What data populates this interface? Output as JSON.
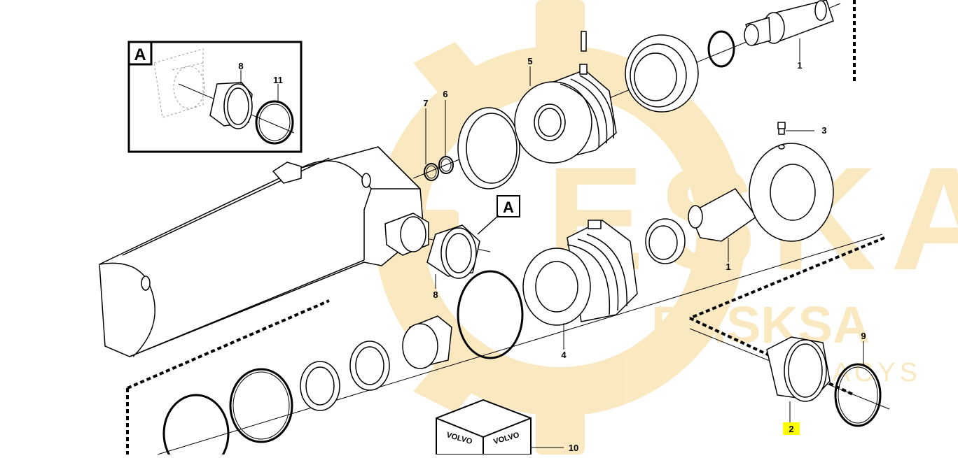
{
  "diagram": {
    "callouts": [
      {
        "id": "c1a",
        "text": "1"
      },
      {
        "id": "c1b",
        "text": "1"
      },
      {
        "id": "c2",
        "text": "2"
      },
      {
        "id": "c3",
        "text": "3"
      },
      {
        "id": "c4",
        "text": "4"
      },
      {
        "id": "c5",
        "text": "5"
      },
      {
        "id": "c6",
        "text": "6"
      },
      {
        "id": "c7",
        "text": "7"
      },
      {
        "id": "c8",
        "text": "8"
      },
      {
        "id": "c9",
        "text": "9"
      },
      {
        "id": "c10",
        "text": "10"
      }
    ],
    "detail_box": {
      "label": "A",
      "callouts": [
        {
          "id": "d8",
          "text": "8"
        },
        {
          "id": "d11",
          "text": "11"
        }
      ]
    },
    "detail_marker": "A",
    "kit_box_text": [
      "VOLVO",
      "VOLVO"
    ],
    "watermark": {
      "large": "ESKA",
      "medium": "DASKSA",
      "small": "DACYS",
      "color": "#f3c35b"
    },
    "highlight_color": "#ffff00",
    "highlighted_callout": "2"
  }
}
